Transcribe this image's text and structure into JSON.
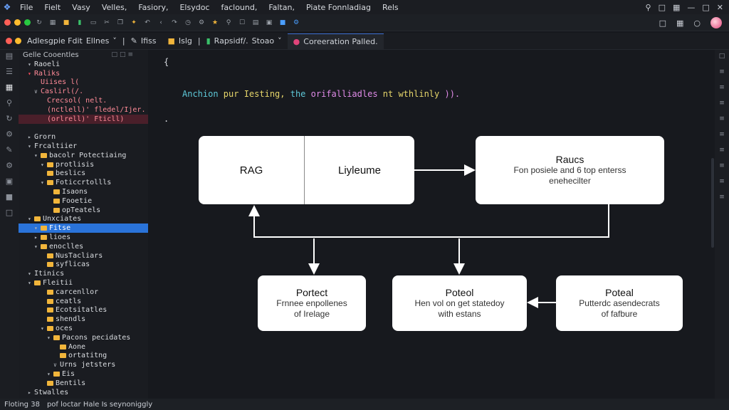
{
  "menubar": {
    "items": [
      "File",
      "Fielt",
      "Vasy",
      "Velles,",
      "Fasiory,",
      "Elsydoc",
      "faclound,",
      "Faltan,",
      "Piate Fonnladiag",
      "Rels"
    ]
  },
  "tabbar": {
    "tabs": [
      {
        "label": "Adlesgpie Fdit",
        "extra": "Ellnes"
      },
      {
        "label": "Ifiss"
      },
      {
        "label": "Islg"
      },
      {
        "label": "Rapsidf/.",
        "extra": "Stoao"
      },
      {
        "label": "Coreeration Palled."
      }
    ]
  },
  "sidebar": {
    "header": "Gelle Cooentles",
    "rows": [
      {
        "text": "Raoeli",
        "indent": 1,
        "arrow": "▾",
        "type": "plain"
      },
      {
        "text": "Raliks",
        "indent": 1,
        "arrow": "▾",
        "type": "errhead"
      },
      {
        "text": "Uiises l(",
        "indent": 2,
        "type": "err"
      },
      {
        "text": "Caslirl(/.",
        "indent": 2,
        "arrow": "∨",
        "type": "err"
      },
      {
        "text": "Crecsol(  nelt.",
        "indent": 3,
        "type": "err"
      },
      {
        "text": "(nctlell)' fledel/Ijer.",
        "indent": 3,
        "type": "err"
      },
      {
        "text": "(orlrell)'  Fticll)",
        "indent": 3,
        "type": "errbg"
      },
      {
        "text": "",
        "indent": 0,
        "type": "plain"
      },
      {
        "text": "Grorn",
        "indent": 1,
        "arrow": "▸",
        "type": "plain"
      },
      {
        "text": "Frcaltiier",
        "indent": 1,
        "arrow": "▾",
        "type": "plain"
      },
      {
        "text": "bacolr Potectiaing",
        "indent": 2,
        "arrow": "▾",
        "type": "folder"
      },
      {
        "text": "protlisis",
        "indent": 3,
        "arrow": "▾",
        "type": "folder"
      },
      {
        "text": "beslics",
        "indent": 3,
        "type": "folder"
      },
      {
        "text": "Foticcrtollls",
        "indent": 3,
        "arrow": "▾",
        "type": "folder"
      },
      {
        "text": "Isaons",
        "indent": 4,
        "type": "folder"
      },
      {
        "text": "Fooetie",
        "indent": 4,
        "type": "folder"
      },
      {
        "text": "opTeatels",
        "indent": 4,
        "type": "folder"
      },
      {
        "text": "Unxciates",
        "indent": 1,
        "arrow": "▾",
        "type": "folder"
      },
      {
        "text": "Fitse",
        "indent": 2,
        "arrow": "▾",
        "type": "selected"
      },
      {
        "text": "lioes",
        "indent": 2,
        "arrow": "▸",
        "type": "folder"
      },
      {
        "text": "enoclles",
        "indent": 2,
        "arrow": "▾",
        "type": "folder"
      },
      {
        "text": "NusTacliars",
        "indent": 3,
        "type": "folder"
      },
      {
        "text": "syflicas",
        "indent": 3,
        "type": "folder"
      },
      {
        "text": "Itinics",
        "indent": 1,
        "arrow": "▾",
        "type": "plain"
      },
      {
        "text": "Fleitii",
        "indent": 1,
        "arrow": "▾",
        "type": "folder"
      },
      {
        "text": "carcenllor",
        "indent": 3,
        "type": "folder"
      },
      {
        "text": "ceatls",
        "indent": 3,
        "type": "folder"
      },
      {
        "text": "Ecotsitatles",
        "indent": 3,
        "type": "folder"
      },
      {
        "text": "shendls",
        "indent": 3,
        "type": "folder"
      },
      {
        "text": "oces",
        "indent": 3,
        "arrow": "▾",
        "type": "folder"
      },
      {
        "text": "Pacons  pecidates",
        "indent": 4,
        "arrow": "▾",
        "type": "folder"
      },
      {
        "text": "Aone",
        "indent": 5,
        "type": "folder"
      },
      {
        "text": "ortatitng",
        "indent": 5,
        "type": "folder"
      },
      {
        "text": "Urns  jetsters",
        "indent": 5,
        "arrow": "∨",
        "type": "plain"
      },
      {
        "text": "Eis",
        "indent": 4,
        "arrow": "▾",
        "type": "folder"
      },
      {
        "text": "Bentils",
        "indent": 3,
        "type": "folder"
      },
      {
        "text": "Stwalles",
        "indent": 1,
        "arrow": "▸",
        "type": "plain"
      }
    ]
  },
  "editor": {
    "line1": "{",
    "line2": {
      "a": "Anchion ",
      "b": "pur Iesting, ",
      "c": "the ",
      "d": "orifalliadles ",
      "e": "nt wthlinly ",
      "f": "))."
    },
    "line3": "."
  },
  "diagram": {
    "rag": "RAG",
    "liylevme": "Liyleume",
    "raucs": {
      "title": "Raucs",
      "line1": "Fon posiele and 6 top enterss",
      "line2": "enehecilter"
    },
    "portect": {
      "title": "Portect",
      "line1": "Frnnee enpollenes",
      "line2": "of Irelage"
    },
    "potedl": {
      "title": "Poteol",
      "line1": "Hen vol on get statedoy",
      "line2": "with estans"
    },
    "poteal": {
      "title": "Poteal",
      "line1": "Putterdc asendecrats",
      "line2": "of fafbure"
    }
  },
  "statusbar": {
    "left": "Floting 38",
    "right": "pof loctar  Hale Is seynoniggly"
  },
  "colors": {
    "accent": "#2a73d9",
    "error": "#ff7a8a",
    "folder": "#f1b53b",
    "background": "#17191e"
  }
}
